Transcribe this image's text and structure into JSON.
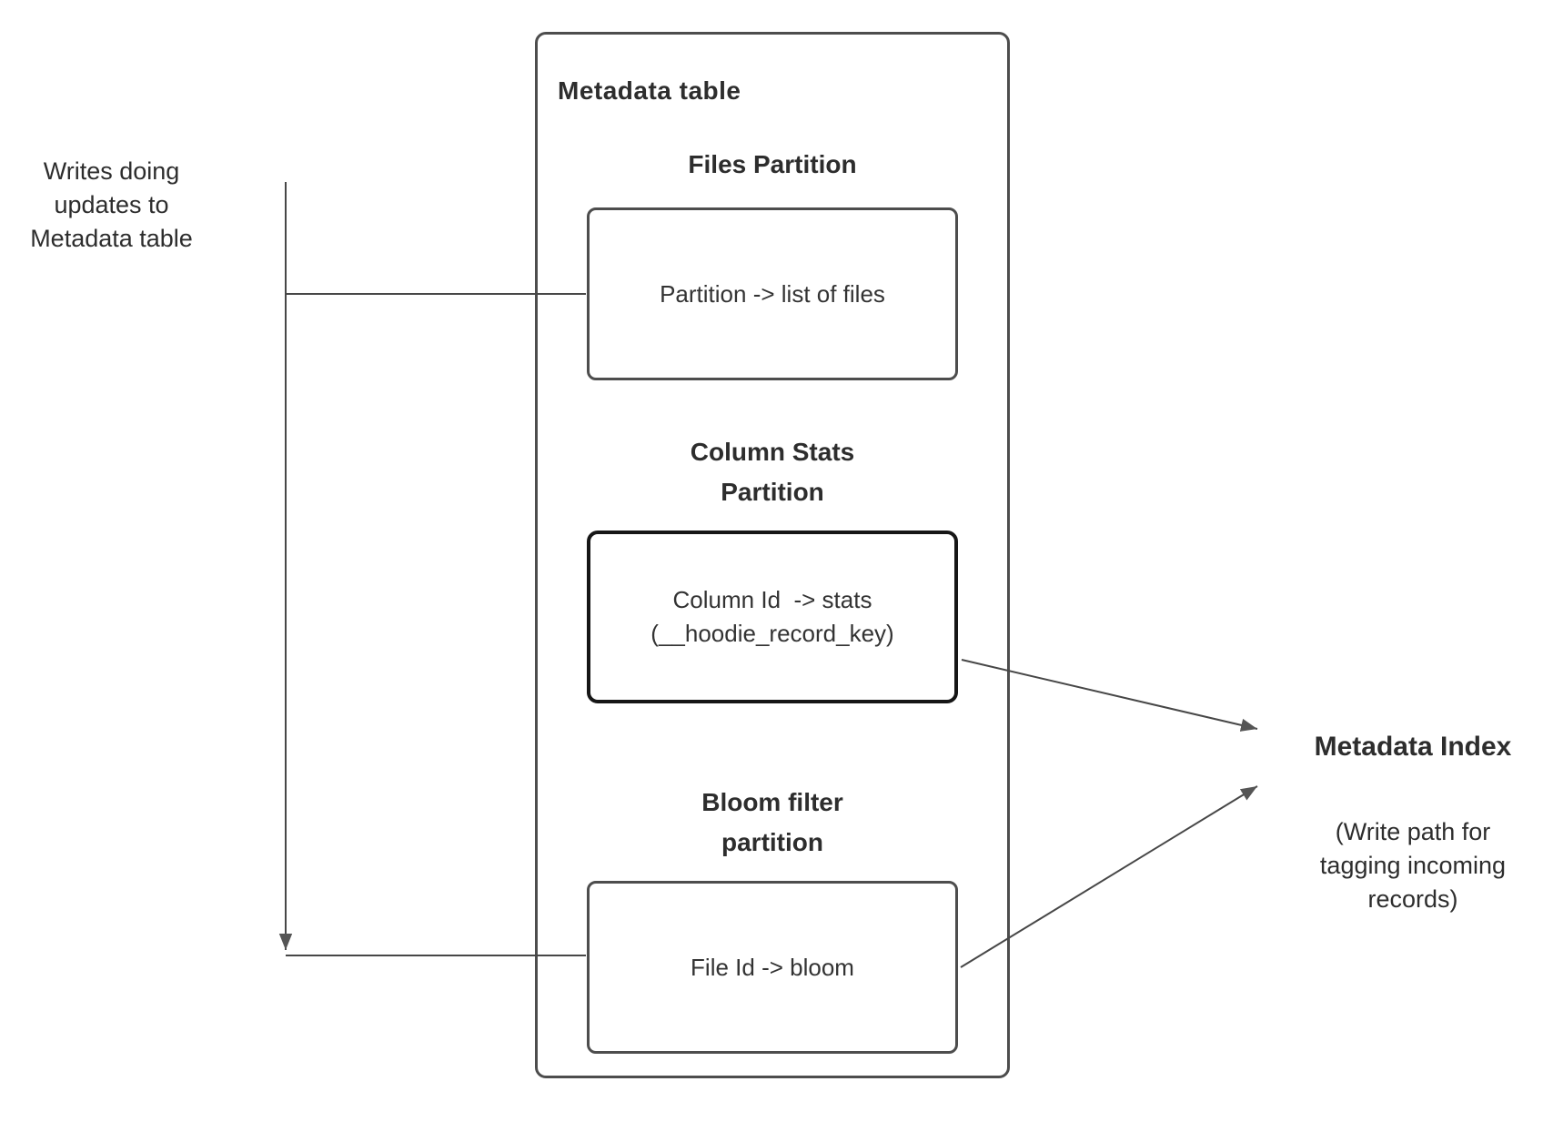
{
  "diagram": {
    "left_note": {
      "lines": [
        "Writes doing",
        "updates to",
        "Metadata table"
      ]
    },
    "metadata_table": {
      "title": "Metadata table",
      "partitions": [
        {
          "heading_lines": [
            "Files Partition"
          ],
          "box_lines": [
            "Partition -> list of files"
          ]
        },
        {
          "heading_lines": [
            "Column Stats",
            "Partition"
          ],
          "box_lines": [
            "Column Id  -> stats",
            "(__hoodie_record_key)"
          ]
        },
        {
          "heading_lines": [
            "Bloom filter",
            "partition"
          ],
          "box_lines": [
            "File Id -> bloom"
          ]
        }
      ]
    },
    "metadata_index": {
      "title": "Metadata Index",
      "subtitle_lines": [
        "(Write path for",
        "tagging incoming",
        "records)"
      ]
    },
    "colors": {
      "line": "#474747",
      "box_border": "#4d4d4d",
      "emphasis_border": "#161616",
      "text": "#2d2d2d",
      "background": "#ffffff"
    }
  }
}
